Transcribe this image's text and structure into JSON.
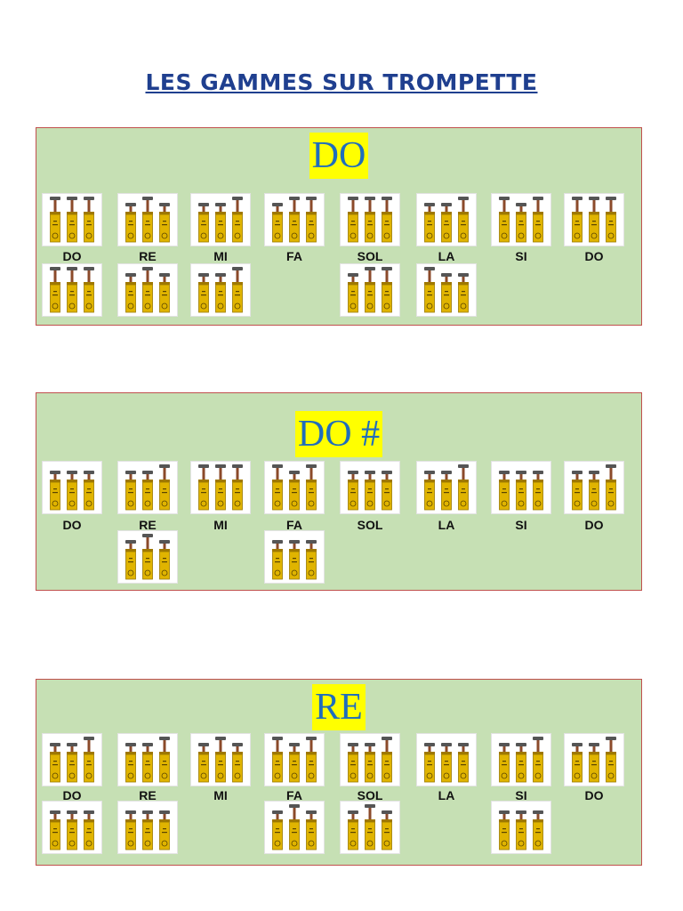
{
  "document": {
    "title": "LES GAMMES SUR TROMPETTE"
  },
  "sections": [
    {
      "key": "DO",
      "notes": [
        "DO",
        "RE",
        "MI",
        "FA",
        "SOL",
        "LA",
        "SI",
        "DO"
      ],
      "primary": [
        [
          0,
          0,
          0
        ],
        [
          1,
          0,
          1
        ],
        [
          1,
          1,
          0
        ],
        [
          1,
          0,
          0
        ],
        [
          0,
          0,
          0
        ],
        [
          1,
          1,
          0
        ],
        [
          0,
          1,
          0
        ],
        [
          0,
          0,
          0
        ]
      ],
      "alternates": [
        [
          0,
          0,
          0
        ],
        [
          1,
          0,
          1
        ],
        [
          1,
          1,
          0
        ],
        null,
        [
          1,
          0,
          0
        ],
        [
          0,
          1,
          1
        ],
        null,
        null
      ]
    },
    {
      "key": "DO #",
      "notes": [
        "DO",
        "RE",
        "MI",
        "FA",
        "SOL",
        "LA",
        "SI",
        "DO"
      ],
      "primary": [
        [
          1,
          1,
          1
        ],
        [
          1,
          1,
          0
        ],
        [
          0,
          0,
          0
        ],
        [
          0,
          1,
          0
        ],
        [
          1,
          1,
          1
        ],
        [
          1,
          1,
          0
        ],
        [
          1,
          1,
          1
        ],
        [
          1,
          1,
          0
        ]
      ],
      "alternates": [
        null,
        [
          1,
          0,
          1
        ],
        null,
        [
          1,
          1,
          1
        ],
        null,
        null,
        null,
        null
      ]
    },
    {
      "key": "RE",
      "notes": [
        "DO",
        "RE",
        "MI",
        "FA",
        "SOL",
        "LA",
        "SI",
        "DO"
      ],
      "primary": [
        [
          1,
          1,
          0
        ],
        [
          1,
          1,
          0
        ],
        [
          1,
          0,
          1
        ],
        [
          0,
          1,
          0
        ],
        [
          1,
          1,
          0
        ],
        [
          1,
          1,
          1
        ],
        [
          1,
          1,
          0
        ],
        [
          1,
          1,
          0
        ]
      ],
      "alternates": [
        [
          1,
          1,
          1
        ],
        [
          1,
          1,
          1
        ],
        null,
        [
          1,
          0,
          1
        ],
        [
          1,
          0,
          1
        ],
        null,
        [
          1,
          1,
          1
        ],
        null
      ]
    }
  ]
}
